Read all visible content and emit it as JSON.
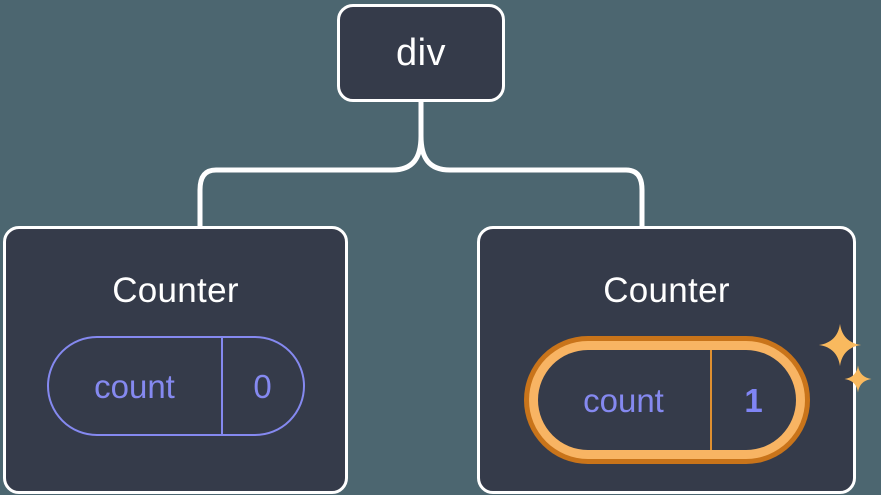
{
  "diagram": {
    "title": "React component tree with highlighted state",
    "background_color": "#4c6670",
    "node_fill": "#353b4a",
    "node_border": "#ffffff",
    "state_color": "#8589f0",
    "highlight_outer_color": "#c9741a",
    "highlight_inner_color": "#f8b463",
    "connector_color": "#ffffff"
  },
  "root": {
    "label": "div"
  },
  "children": [
    {
      "title": "Counter",
      "state": {
        "key": "count",
        "value": "0"
      },
      "highlighted": false,
      "sparkles": []
    },
    {
      "title": "Counter",
      "state": {
        "key": "count",
        "value": "1"
      },
      "highlighted": true,
      "sparkles": [
        "sparkle-large",
        "sparkle-small"
      ]
    }
  ]
}
